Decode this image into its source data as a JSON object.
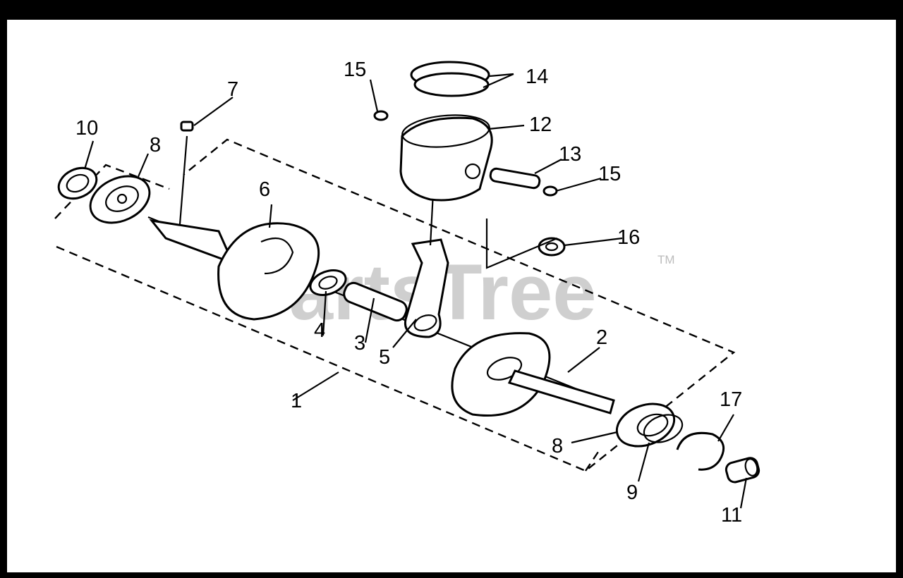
{
  "watermark": {
    "text": "PartsTree",
    "mark": "TM",
    "color": "#cfcfcf"
  },
  "callouts": [
    "1",
    "2",
    "3",
    "4",
    "5",
    "6",
    "7",
    "8",
    "8",
    "9",
    "10",
    "11",
    "12",
    "13",
    "14",
    "15",
    "15",
    "16",
    "17"
  ]
}
